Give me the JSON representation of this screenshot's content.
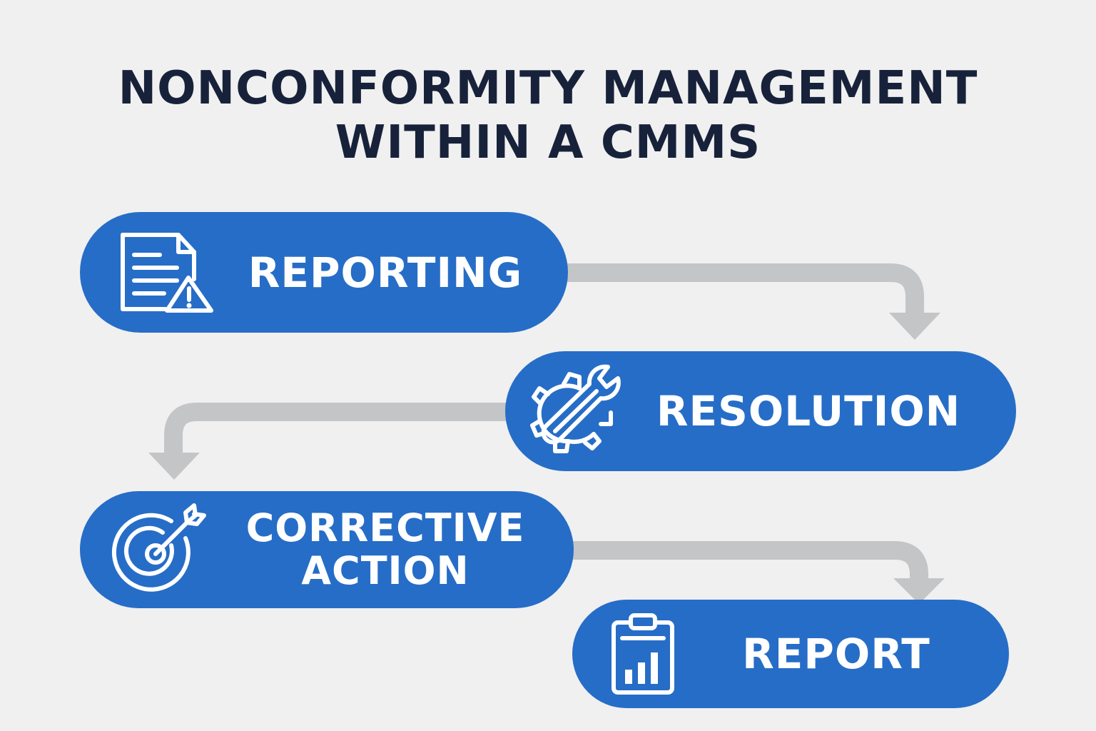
{
  "title": {
    "line1": "NONCONFORMITY MANAGEMENT",
    "line2": "WITHIN A CMMS"
  },
  "steps": [
    {
      "label": "REPORTING",
      "icon": "document-warning-icon"
    },
    {
      "label": "RESOLUTION",
      "icon": "gear-wrench-icon"
    },
    {
      "label_line1": "CORRECTIVE",
      "label_line2": "ACTION",
      "icon": "target-arrow-icon"
    },
    {
      "label": "REPORT",
      "icon": "clipboard-chart-icon"
    }
  ],
  "colors": {
    "background": "#f0f0f0",
    "title": "#17223a",
    "step_fill": "#266dc7",
    "step_text": "#ffffff",
    "connector": "#c4c5c7"
  }
}
